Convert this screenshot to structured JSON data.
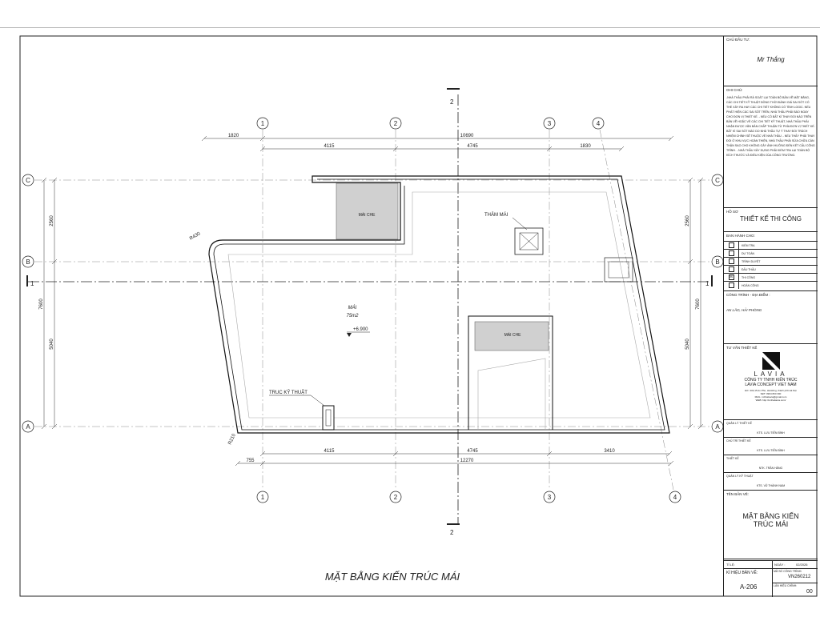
{
  "drawing": {
    "title": "MẶT BẰNG KIẾN TRÚC MÁI",
    "grid_cols": [
      "1",
      "2",
      "3",
      "4"
    ],
    "grid_rows": [
      "C",
      "B",
      "A"
    ],
    "section_labels": {
      "h": "1",
      "v": "2"
    },
    "dims_top_outer": [
      "1820",
      "10690"
    ],
    "dims_top_inner": [
      "4115",
      "4745",
      "1830"
    ],
    "dims_bottom_inner": [
      "4115",
      "4745",
      "3410"
    ],
    "dims_bottom_outer": [
      "755",
      "12270"
    ],
    "dims_left": [
      "2560",
      "5040",
      "7600"
    ],
    "dims_right": [
      "2560",
      "5040",
      "7600"
    ],
    "labels": {
      "mai_che_1": "MÁI CHE",
      "mai_che_2": "MÁI CHE",
      "tham_mai": "THẢM MÁI",
      "mai": "MÁI",
      "area": "75m2",
      "level": "+6.900",
      "truc": "TRUC KỸ THUẬT",
      "r430": "R430",
      "r210": "R210"
    }
  },
  "title_block": {
    "owner_label": "CHỦ ĐẦU TƯ:",
    "owner": "Mr Thắng",
    "notes_label": "GHI CHÚ:",
    "notes": "-NHÀ THẦU PHẢI RÀ SOÁT LẠI TOÀN BỘ BẢN VẼ MẶT BẰNG, CÁC CHI TIẾT KỸ THUẬT ĐỒNG THỜI ĐÁNH GIÁ SAI SÓT CÓ THỂ XẢY RA HAY CÁC CHI TIẾT KHÔNG CÓ TÍNH LOGIC. NẾU PHÁT HIỆN CÁC SAI SÓT TRÊN, NHÀ THẦU PHẢI BÁO NGAY CHO ĐƠN VỊ THIẾT KẾ. - NẾU CÓ BẤT KÌ THAY ĐỔI NÀO TRÊN BẢN VẼ HOẶC VỀ CÁC CHI TIẾT KỸ THUẬT, NHÀ THẦU PHẢI NHẬN ĐƯỢC VĂN BẢN CHẤP THUẬN TỪ PHÍA ĐƠN VỊ THIẾT KẾ. BẤT KÌ SAI SÓT NÀO DO NHÀ THẦU TỰ Ý THAY ĐỔI TRÁCH NHIỆM CHÍNH SẼ THUỘC VỀ NHÀ THẦU. - NẾU THẤY PHẢI THAY ĐỔI Ở KHU VỰC HOÀN THIỆN, NHÀ THẦU PHẢI SỬA CHỮA CẨN THẬN SAO CHO KHÔNG GÂY ẢNH HƯỞNG ĐẾN KẾT CẤU CÔNG TRÌNH. - NHÀ THẦU XÂY DỰNG PHẢI KIỂM TRA LẠI TOÀN BỘ KÍCH THƯỚC VÀ ĐIỀU KIỆN CỦA CÔNG TRƯỜNG.",
    "hoso_label": "HỒ SƠ",
    "hoso": "THIẾT KẾ THI CÔNG",
    "issue_label": "BAN HÀNH CHO:",
    "issue_items": [
      {
        "label": "KIỂM TRA",
        "mark": ""
      },
      {
        "label": "DỰ TOÁN",
        "mark": ""
      },
      {
        "label": "TRÌNH DUYỆT",
        "mark": ""
      },
      {
        "label": "ĐẤU THẦU",
        "mark": ""
      },
      {
        "label": "THI CÔNG",
        "mark": "☒"
      },
      {
        "label": "HOÀN CÔNG",
        "mark": ""
      }
    ],
    "project_label": "CÔNG TRÌNH - ĐỊA ĐIỂM :",
    "project": "AN LÃO, HẢI PHÒNG",
    "consult_label": "TƯ VẤN THIẾT KẾ",
    "logo": "LAVIA",
    "company1": "CÔNG TY TNHH KIẾN TRÚC",
    "company2": "LAVIA CONCEPT VIET NAM",
    "addr": "Đ/c: 203,15 An Phú, Hà Đông, thành phố Hà Nội",
    "phone": "SĐT: 0964 800 390",
    "mail": "MAIL: ncthaitavia@gmail.com",
    "web": "WEB: http://ncthaitavia.com/",
    "roles": [
      {
        "role": "QUẢN LÝ THIẾT KẾ",
        "name": "KTS. LƯU TIẾN BÌNH"
      },
      {
        "role": "CHỦ TRÌ THIẾT KẾ",
        "name": "KTS. LƯU TIẾN BÌNH"
      },
      {
        "role": "THIẾT KẾ",
        "name": "NTK. TRẦN HẰNG"
      },
      {
        "role": "QUẢN LÝ KỸ THUẬT",
        "name": "KTS. VŨ THÀNH NAM"
      }
    ],
    "sheet_name_label": "TÊN BẢN VẼ:",
    "sheet_name": "MẶT BẰNG KIẾN TRÚC MÁI",
    "scale_label": "TỈ LỆ:",
    "date_label": "NGÀY :",
    "date": "02/2026",
    "code_label": "KÍ HIỆU BẢN VẼ:",
    "code": "A-206",
    "project_no_label": "MÃ SỐ CÔNG TRÌNH:",
    "project_no": "VN260212",
    "rev_label": "LẦN HIỆU CHỈNH:",
    "rev": "00"
  }
}
